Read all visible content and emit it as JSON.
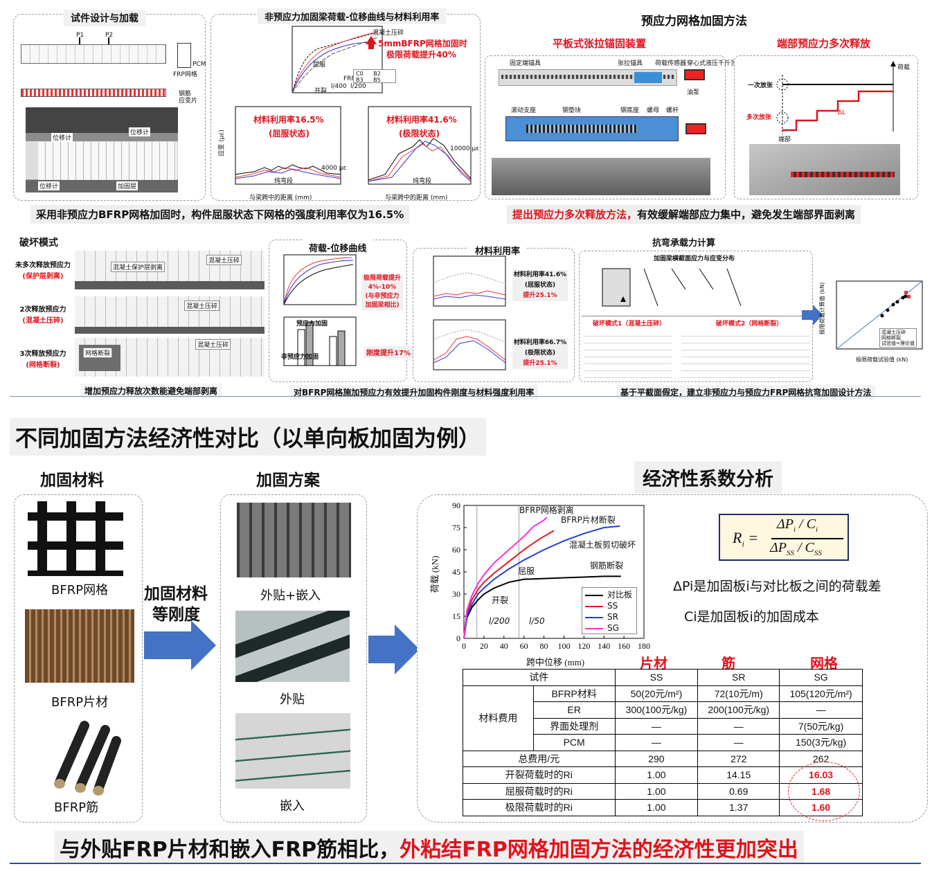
{
  "top": {
    "specimen_title": "试件设计与加载",
    "specimen_labels": {
      "p1": "P1",
      "p2": "P2",
      "disp1": "位移计",
      "disp2": "位移计",
      "disp3": "位移计",
      "disp4": "位移计",
      "loading": "加固层",
      "grid": "FRP网格",
      "pcm": "PCM",
      "rebar": "钢筋",
      "strain": "应变片"
    },
    "curve_title": "非预应力加固梁荷载-位移曲线与材料利用率",
    "curve_ann1": "5mmBFRP网格加固时",
    "curve_ann2": "极限荷载提升40%",
    "curve_legend": [
      "C0",
      "B2",
      "B3",
      "B5"
    ],
    "curve_labels": {
      "crush": "混凝土压碎",
      "yield": "屈服",
      "crack": "开裂",
      "rupture": "FRP网格局部断裂",
      "l400": "l/400",
      "l200": "l/200"
    },
    "util_yield": "材料利用率16.5%",
    "util_yield_state": "(屈服状态)",
    "util_ult": "材料利用率41.6%",
    "util_ult_state": "(极限状态)",
    "strain_4000": "4000 με",
    "strain_10000": "10000 με",
    "pure_bending": "纯弯段",
    "xaxis_dist": "与梁跨中的距离 (mm)",
    "strain_ylabel": "应变 (με)",
    "caption_left": "采用非预应力BFRP网格加固时，构件屈服状态下网格的强度利用率仅为16.5%",
    "prestress_title": "预应力网格加固方法",
    "anchor_title": "平板式张拉锚固装置",
    "release_title": "端部预应力多次释放",
    "anchor_labels": {
      "fixed": "固定端锚具",
      "tension": "张拉锚具",
      "sensor": "荷载传感器",
      "jack": "穿心式液压千斤顶",
      "pump": "油泵",
      "support": "滚动支座",
      "steel": "钢垫块",
      "base": "钢底座",
      "nut": "螺母",
      "screw": "螺杆"
    },
    "release_labels": {
      "load": "荷载",
      "once": "一次放张",
      "multi": "多次放张",
      "end": "端部",
      "dl": "ΔL"
    },
    "caption_right_red": "提出预应力多次释放方法，",
    "caption_right_black": "有效缓解端部应力集中，避免发生端部界面剥离"
  },
  "mid": {
    "failure_title": "破坏模式",
    "failure_rows": [
      {
        "label": "未多次释放预应力",
        "sub": "(保护层剥离)"
      },
      {
        "label": "2次释放预应力",
        "sub": "(混凝土压碎)"
      },
      {
        "label": "3次释放预应力",
        "sub": "(网格断裂)"
      }
    ],
    "failure_tags": [
      "混凝土保护层剥离",
      "混凝土压碎",
      "混凝土压碎",
      "混凝土压碎",
      "网格断裂"
    ],
    "failure_caption": "增加预应力释放次数能避免端部剥离",
    "ld_title": "荷载-位移曲线",
    "ld_ann": [
      "极限荷载提升",
      "4%-10%",
      "(与非预应力",
      "加固梁相比)"
    ],
    "stiff_ann": "刚度提升17%",
    "bar_title": "预应力加固",
    "bar_title2": "非预应力加固",
    "mat_title": "材料利用率",
    "mat1": [
      "材料利用率41.6%",
      "(屈服状态)",
      "提升25.1%"
    ],
    "mat2": [
      "材料利用率66.7%",
      "(极限状态)",
      "提升25.1%"
    ],
    "mid_caption": "对BFRP网格施加预应力有效提升加固构件刚度与材料强度利用率",
    "calc_title": "抗弯承载力计算",
    "calc_sub": "加固梁横截面应力与应变分布",
    "mode1": "破坏模式1（混凝土压碎）",
    "mode2": "破坏模式2（网格断裂）",
    "calc_caption": "基于平截面假定，建立非预应力与预应力FRP网格抗弯加固设计方法",
    "scatter_legend": [
      "混凝土压碎",
      "网格断裂",
      "试验值=理论值"
    ],
    "scatter_x": "极限荷载试验值 (kN)",
    "scatter_y": "极限荷载计算值 (kN)"
  },
  "bottom": {
    "title": "不同加固方法经济性对比（以单向板加固为例）",
    "mat_head": "加固材料",
    "scheme_head": "加固方案",
    "econ_head": "经济性系数分析",
    "materials": [
      "BFRP网格",
      "BFRP片材",
      "BFRP筋"
    ],
    "arrow_text": [
      "加固材料",
      "等刚度"
    ],
    "schemes": [
      "外贴+嵌入",
      "外贴",
      "嵌入"
    ],
    "formula_desc1": "ΔPi是加固板i与对比板之间的荷载差",
    "formula_desc2": "Ci是加固板i的加固成本",
    "col_heads": [
      "片材",
      "筋",
      "网格"
    ],
    "table": {
      "h": [
        "试件",
        "SS",
        "SR",
        "SG"
      ],
      "group": "材料费用",
      "rows": [
        [
          "BFRP材料",
          "50(20元/m²)",
          "72(10元/m)",
          "105(120元/m²)"
        ],
        [
          "ER",
          "300(100元/kg)",
          "200(100元/kg)",
          "—"
        ],
        [
          "界面处理剂",
          "—",
          "—",
          "7(50元/kg)"
        ],
        [
          "PCM",
          "—",
          "—",
          "150(3元/kg)"
        ]
      ],
      "total": [
        "总费用/元",
        "290",
        "272",
        "262"
      ],
      "ri": [
        [
          "开裂荷载时的Ri",
          "1.00",
          "14.15",
          "16.03"
        ],
        [
          "屈服荷载时的Ri",
          "1.00",
          "0.69",
          "1.68"
        ],
        [
          "极限荷载时的Ri",
          "1.00",
          "1.37",
          "1.60"
        ]
      ]
    },
    "final_black": "与外贴FRP片材和嵌入FRP筋相比，",
    "final_red": "外粘结FRP网格加固方法的经济性更加突出"
  },
  "chart_data": {
    "type": "line",
    "xlabel": "跨中位移 (mm)",
    "ylabel": "荷载 (kN)",
    "xlim": [
      0,
      180
    ],
    "ylim": [
      0,
      90
    ],
    "xticks": [
      0,
      20,
      40,
      60,
      80,
      100,
      120,
      140,
      160,
      180
    ],
    "yticks": [
      0,
      15,
      30,
      45,
      60,
      75,
      90
    ],
    "series": [
      {
        "name": "对比板",
        "color": "#000000",
        "x": [
          0,
          3,
          8,
          14,
          20,
          30,
          45,
          60,
          80,
          100,
          120,
          140,
          157
        ],
        "y": [
          0,
          14,
          21,
          26,
          30,
          34,
          38,
          40,
          40.5,
          41,
          41.5,
          42,
          42
        ]
      },
      {
        "name": "SS",
        "color": "#e31a1c",
        "x": [
          0,
          3,
          8,
          14,
          20,
          30,
          45,
          60,
          75,
          90
        ],
        "y": [
          0,
          17,
          26,
          33,
          38,
          44,
          52,
          60,
          67,
          73
        ]
      },
      {
        "name": "SR",
        "color": "#1f3fd6",
        "x": [
          0,
          3,
          8,
          14,
          20,
          30,
          45,
          60,
          80,
          100,
          120,
          140,
          156
        ],
        "y": [
          0,
          15,
          23,
          30,
          34,
          40,
          47,
          53,
          60,
          66,
          71,
          75,
          76
        ]
      },
      {
        "name": "SG",
        "color": "#ff2fd6",
        "x": [
          0,
          3,
          8,
          14,
          20,
          30,
          45,
          60,
          70,
          80,
          83
        ],
        "y": [
          0,
          19,
          29,
          37,
          43,
          51,
          60,
          69,
          76,
          80,
          82
        ]
      }
    ],
    "annotations": [
      "BFRP网格剥离",
      "BFRP片材断裂",
      "混凝土板剪切破坏",
      "钢筋断裂",
      "屈服",
      "开裂",
      "l/200",
      "l/50"
    ]
  }
}
